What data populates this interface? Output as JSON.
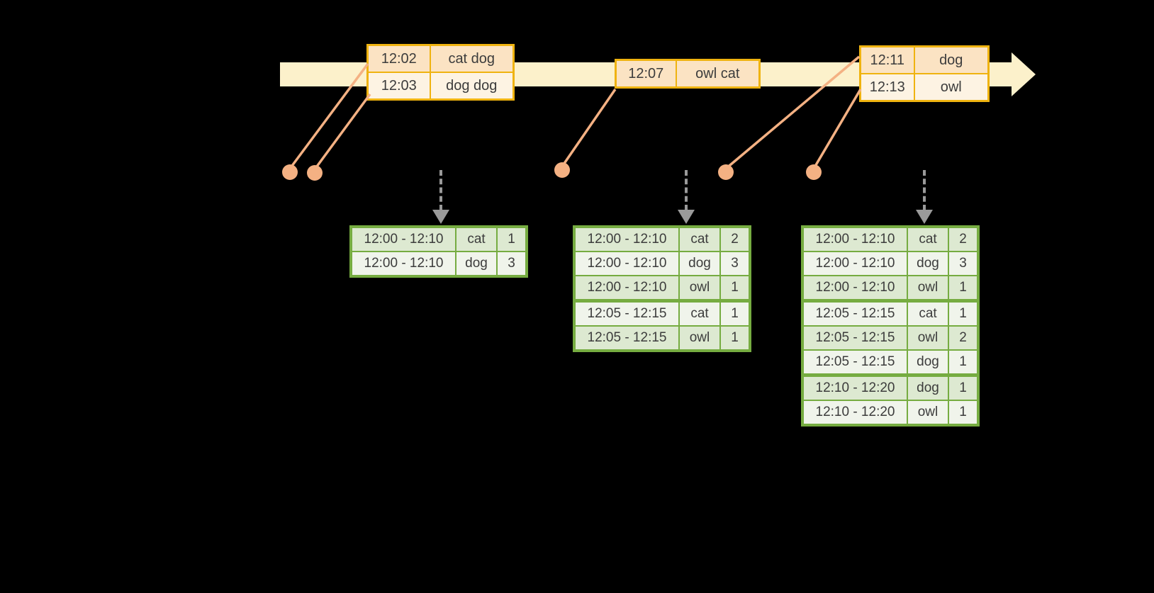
{
  "diagram": {
    "kind": "windowed-grouped-aggregation-timeline",
    "background_color": "#000000"
  },
  "palette": {
    "timeline_band": "#fcf1cb",
    "event_table_border": "#efb310",
    "event_row_dark": "#fbe3c3",
    "event_row_light": "#fdf3e3",
    "result_table_border": "#76ac41",
    "result_row_dark": "#dde9d1",
    "result_row_light": "#f0f4eb",
    "connector": "#f4b183",
    "dashed_arrow": "#9a9a9a",
    "cell_text": "#3c3c3c"
  },
  "icons": {
    "timeline_arrowhead": "right-arrowhead",
    "down_arrow": "dashed-down-arrow",
    "event_dot": "filled-circle"
  },
  "event_tables": [
    {
      "rows": [
        [
          "12:02",
          "cat dog"
        ],
        [
          "12:03",
          "dog dog"
        ]
      ]
    },
    {
      "rows": [
        [
          "12:07",
          "owl cat"
        ]
      ]
    },
    {
      "rows": [
        [
          "12:11",
          "dog"
        ],
        [
          "12:13",
          "owl"
        ]
      ]
    }
  ],
  "result_tables": [
    {
      "rows": [
        [
          "12:00 - 12:10",
          "cat",
          "1"
        ],
        [
          "12:00 - 12:10",
          "dog",
          "3"
        ]
      ]
    },
    {
      "rows": [
        [
          "12:00 - 12:10",
          "cat",
          "2"
        ],
        [
          "12:00 - 12:10",
          "dog",
          "3"
        ],
        [
          "12:00 - 12:10",
          "owl",
          "1"
        ],
        [
          "12:05 - 12:15",
          "cat",
          "1"
        ],
        [
          "12:05 - 12:15",
          "owl",
          "1"
        ]
      ]
    },
    {
      "rows": [
        [
          "12:00 - 12:10",
          "cat",
          "2"
        ],
        [
          "12:00 - 12:10",
          "dog",
          "3"
        ],
        [
          "12:00 - 12:10",
          "owl",
          "1"
        ],
        [
          "12:05 - 12:15",
          "cat",
          "1"
        ],
        [
          "12:05 - 12:15",
          "owl",
          "2"
        ],
        [
          "12:05 - 12:15",
          "dog",
          "1"
        ],
        [
          "12:10 - 12:20",
          "dog",
          "1"
        ],
        [
          "12:10 - 12:20",
          "owl",
          "1"
        ]
      ]
    }
  ]
}
